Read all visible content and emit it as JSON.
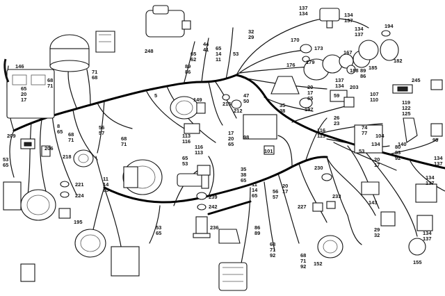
{
  "callouts": [
    {
      "id": "c137a",
      "lines": [
        "137",
        "134"
      ]
    },
    {
      "id": "c134b",
      "lines": [
        "134",
        "137"
      ]
    },
    {
      "id": "c134c",
      "lines": [
        "134",
        "137"
      ]
    },
    {
      "id": "c194",
      "lines": [
        "194"
      ]
    },
    {
      "id": "c248",
      "lines": [
        "248"
      ]
    },
    {
      "id": "c32",
      "lines": [
        "32",
        "29"
      ]
    },
    {
      "id": "c65a",
      "lines": [
        "65",
        "62"
      ]
    },
    {
      "id": "c44",
      "lines": [
        "44",
        "41"
      ]
    },
    {
      "id": "c65b",
      "lines": [
        "65",
        "14",
        "11"
      ]
    },
    {
      "id": "c53a",
      "lines": [
        "53"
      ]
    },
    {
      "id": "c170",
      "lines": [
        "170"
      ]
    },
    {
      "id": "c173",
      "lines": [
        "173"
      ]
    },
    {
      "id": "c167",
      "lines": [
        "167"
      ]
    },
    {
      "id": "c146",
      "lines": [
        "146"
      ]
    },
    {
      "id": "c71a",
      "lines": [
        "71",
        "68"
      ]
    },
    {
      "id": "c89",
      "lines": [
        "89",
        "86"
      ]
    },
    {
      "id": "c179",
      "lines": [
        "179"
      ]
    },
    {
      "id": "c176",
      "lines": [
        "176"
      ]
    },
    {
      "id": "c188",
      "lines": [
        "188"
      ]
    },
    {
      "id": "c89b",
      "lines": [
        "89",
        "86"
      ]
    },
    {
      "id": "c185",
      "lines": [
        "185"
      ]
    },
    {
      "id": "c182",
      "lines": [
        "182"
      ]
    },
    {
      "id": "c65c",
      "lines": [
        "65",
        "20",
        "17"
      ]
    },
    {
      "id": "c68a",
      "lines": [
        "68",
        "71"
      ]
    },
    {
      "id": "c137b",
      "lines": [
        "137",
        "134"
      ]
    },
    {
      "id": "c203",
      "lines": [
        "203"
      ]
    },
    {
      "id": "c245",
      "lines": [
        "245"
      ]
    },
    {
      "id": "c5",
      "lines": [
        "5"
      ]
    },
    {
      "id": "c20",
      "lines": [
        "20",
        "17",
        "65"
      ]
    },
    {
      "id": "c59",
      "lines": [
        "59"
      ]
    },
    {
      "id": "c107",
      "lines": [
        "107",
        "110"
      ]
    },
    {
      "id": "c47",
      "lines": [
        "47",
        "50"
      ]
    },
    {
      "id": "c149",
      "lines": [
        "149"
      ]
    },
    {
      "id": "c215",
      "lines": [
        "215"
      ]
    },
    {
      "id": "c212",
      "lines": [
        "212"
      ]
    },
    {
      "id": "c35a",
      "lines": [
        "35",
        "38"
      ]
    },
    {
      "id": "c197",
      "lines": [
        "197"
      ]
    },
    {
      "id": "c119",
      "lines": [
        "119",
        "122",
        "125"
      ]
    },
    {
      "id": "c26",
      "lines": [
        "26",
        "23"
      ]
    },
    {
      "id": "c74",
      "lines": [
        "74",
        "77"
      ]
    },
    {
      "id": "c209",
      "lines": [
        "209"
      ]
    },
    {
      "id": "c8",
      "lines": [
        "8",
        "65"
      ]
    },
    {
      "id": "c56a",
      "lines": [
        "56",
        "57"
      ]
    },
    {
      "id": "c17a",
      "lines": [
        "17",
        "20",
        "65"
      ]
    },
    {
      "id": "c116a",
      "lines": [
        "116",
        "113"
      ]
    },
    {
      "id": "c104",
      "lines": [
        "104"
      ]
    },
    {
      "id": "c98",
      "lines": [
        "98"
      ]
    },
    {
      "id": "c134d",
      "lines": [
        "134"
      ]
    },
    {
      "id": "c140",
      "lines": [
        "140"
      ]
    },
    {
      "id": "c95",
      "lines": [
        "95"
      ]
    },
    {
      "id": "c68b",
      "lines": [
        "68",
        "71"
      ]
    },
    {
      "id": "c113",
      "lines": [
        "113",
        "116"
      ]
    },
    {
      "id": "c68c",
      "lines": [
        "68",
        "71"
      ]
    },
    {
      "id": "c101",
      "lines": [
        "101"
      ]
    },
    {
      "id": "c53b",
      "lines": [
        "53"
      ]
    },
    {
      "id": "c80",
      "lines": [
        "80",
        "83",
        "92"
      ]
    },
    {
      "id": "c206",
      "lines": [
        "206"
      ]
    },
    {
      "id": "c116b",
      "lines": [
        "116",
        "113"
      ]
    },
    {
      "id": "c20b",
      "lines": [
        "20",
        "17"
      ]
    },
    {
      "id": "c53c",
      "lines": [
        "53",
        "65"
      ]
    },
    {
      "id": "c218",
      "lines": [
        "218"
      ]
    },
    {
      "id": "c65d",
      "lines": [
        "65",
        "53"
      ]
    },
    {
      "id": "c35b",
      "lines": [
        "35",
        "38",
        "65"
      ]
    },
    {
      "id": "c230",
      "lines": [
        "230"
      ]
    },
    {
      "id": "c134e",
      "lines": [
        "134",
        "137"
      ]
    },
    {
      "id": "c11",
      "lines": [
        "11",
        "14",
        "65"
      ]
    },
    {
      "id": "c134f",
      "lines": [
        "134",
        "137"
      ]
    },
    {
      "id": "c11b",
      "lines": [
        "11",
        "14",
        "65"
      ]
    },
    {
      "id": "c20c",
      "lines": [
        "20",
        "17"
      ]
    },
    {
      "id": "c221",
      "lines": [
        "221"
      ]
    },
    {
      "id": "c224",
      "lines": [
        "224"
      ]
    },
    {
      "id": "c56b",
      "lines": [
        "56",
        "57"
      ]
    },
    {
      "id": "c143",
      "lines": [
        "143"
      ]
    },
    {
      "id": "c239",
      "lines": [
        "239"
      ]
    },
    {
      "id": "c242",
      "lines": [
        "242"
      ]
    },
    {
      "id": "c227",
      "lines": [
        "227"
      ]
    },
    {
      "id": "c233",
      "lines": [
        "233"
      ]
    },
    {
      "id": "c195",
      "lines": [
        "195"
      ]
    },
    {
      "id": "c53d",
      "lines": [
        "53",
        "65"
      ]
    },
    {
      "id": "c236",
      "lines": [
        "236"
      ]
    },
    {
      "id": "c86",
      "lines": [
        "86",
        "89"
      ]
    },
    {
      "id": "c29",
      "lines": [
        "29",
        "32"
      ]
    },
    {
      "id": "c134g",
      "lines": [
        "134",
        "137"
      ]
    },
    {
      "id": "c68d",
      "lines": [
        "68",
        "71",
        "92"
      ]
    },
    {
      "id": "c68e",
      "lines": [
        "68",
        "71",
        "92"
      ]
    },
    {
      "id": "c152",
      "lines": [
        "152"
      ]
    },
    {
      "id": "c155",
      "lines": [
        "155"
      ]
    }
  ]
}
